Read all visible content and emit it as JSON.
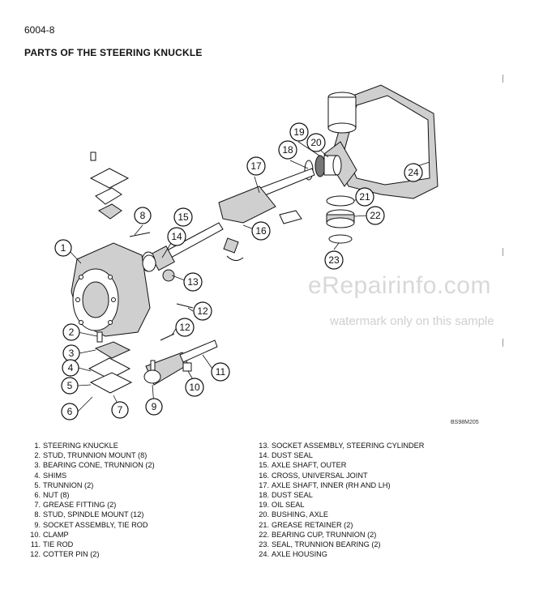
{
  "page": {
    "number": "6004-8",
    "title": "PARTS OF THE STEERING KNUCKLE"
  },
  "watermark": {
    "main": "eRepairinfo.com",
    "sub": "watermark only on this sample"
  },
  "figure_code": "BS98M205",
  "callouts": [
    "1",
    "2",
    "3",
    "4",
    "5",
    "6",
    "7",
    "8",
    "9",
    "10",
    "11",
    "12",
    "12",
    "13",
    "14",
    "15",
    "16",
    "17",
    "18",
    "19",
    "20",
    "21",
    "22",
    "23",
    "24"
  ],
  "parts_left": [
    {
      "num": "1.",
      "name": "STEERING KNUCKLE"
    },
    {
      "num": "2.",
      "name": "STUD, TRUNNION MOUNT (8)"
    },
    {
      "num": "3.",
      "name": "BEARING CONE, TRUNNION (2)"
    },
    {
      "num": "4.",
      "name": "SHIMS"
    },
    {
      "num": "5.",
      "name": "TRUNNION (2)"
    },
    {
      "num": "6.",
      "name": "NUT (8)"
    },
    {
      "num": "7.",
      "name": "GREASE FITTING (2)"
    },
    {
      "num": "8.",
      "name": "STUD, SPINDLE MOUNT (12)"
    },
    {
      "num": "9.",
      "name": "SOCKET ASSEMBLY, TIE ROD"
    },
    {
      "num": "10.",
      "name": "CLAMP"
    },
    {
      "num": "11.",
      "name": "TIE ROD"
    },
    {
      "num": "12.",
      "name": "COTTER PIN (2)"
    }
  ],
  "parts_right": [
    {
      "num": "13.",
      "name": "SOCKET ASSEMBLY, STEERING CYLINDER"
    },
    {
      "num": "14.",
      "name": "DUST SEAL"
    },
    {
      "num": "15.",
      "name": "AXLE SHAFT, OUTER"
    },
    {
      "num": "16.",
      "name": "CROSS, UNIVERSAL JOINT"
    },
    {
      "num": "17.",
      "name": "AXLE SHAFT, INNER (RH AND LH)"
    },
    {
      "num": "18.",
      "name": "DUST SEAL"
    },
    {
      "num": "19.",
      "name": "OIL SEAL"
    },
    {
      "num": "20.",
      "name": "BUSHING, AXLE"
    },
    {
      "num": "21.",
      "name": "GREASE RETAINER (2)"
    },
    {
      "num": "22.",
      "name": "BEARING CUP, TRUNNION (2)"
    },
    {
      "num": "23.",
      "name": "SEAL, TRUNNION BEARING (2)"
    },
    {
      "num": "24.",
      "name": "AXLE HOUSING"
    }
  ]
}
